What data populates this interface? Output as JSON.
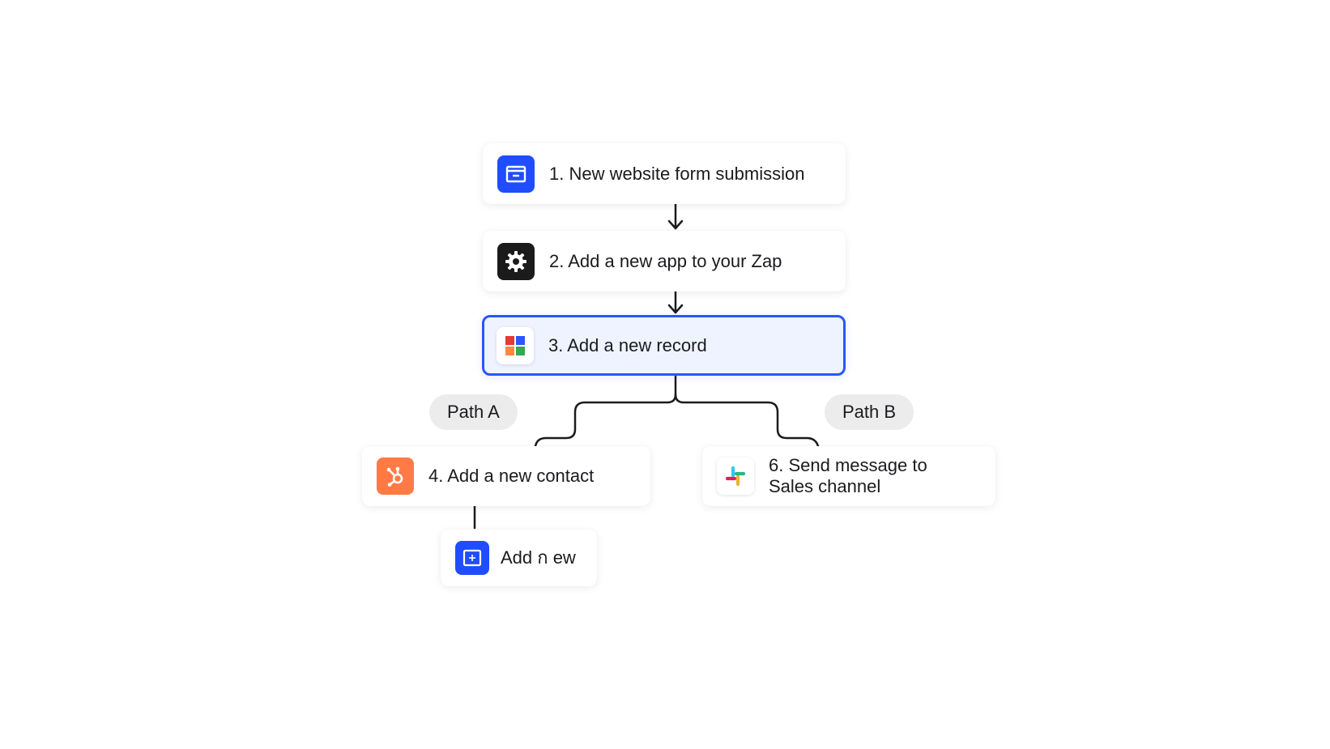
{
  "steps": [
    {
      "label": "1. New website form submission",
      "icon": "form-icon"
    },
    {
      "label": "2. Add a new app to your Zap",
      "icon": "gear-icon"
    },
    {
      "label": "3. Add a new record",
      "icon": "app-grid-icon"
    },
    {
      "label": "4. Add a new contact",
      "icon": "hubspot-icon"
    },
    {
      "label_line1": "6. Send message to",
      "label_line2": "Sales channel",
      "icon": "slack-icon"
    },
    {
      "label": "Add ก ew",
      "icon": "form-add-icon"
    }
  ],
  "paths": {
    "a": "Path A",
    "b": "Path B"
  },
  "colors": {
    "accent": "#2b55ff",
    "selected_bg": "#eef3ff",
    "form_icon_bg": "#1f4dff",
    "gear_icon_bg": "#1b1b1b",
    "hubspot_orange": "#ff7a45",
    "pill_bg": "#ececec"
  }
}
